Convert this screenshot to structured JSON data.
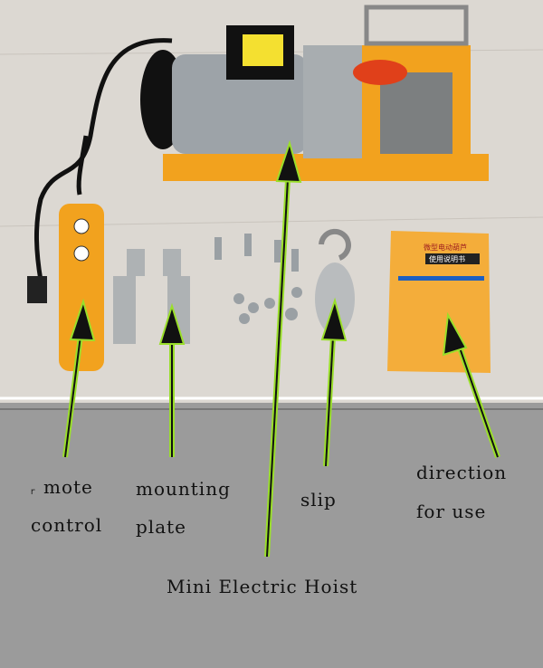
{
  "labels": {
    "remote_prefix": "r",
    "remote_line1": "mote",
    "remote_line2": "control",
    "mounting_line1": "mounting",
    "mounting_line2": "plate",
    "slip": "slip",
    "direction_line1": "direction",
    "direction_line2": "for use",
    "hoist": "Mini Electric Hoist"
  },
  "manual": {
    "title": "微型电动葫芦",
    "subtitle": "使用说明书"
  },
  "colors": {
    "arrow": "#9adf2a",
    "background": "#9b9b9b",
    "hoist_body": "#f2a21e"
  }
}
